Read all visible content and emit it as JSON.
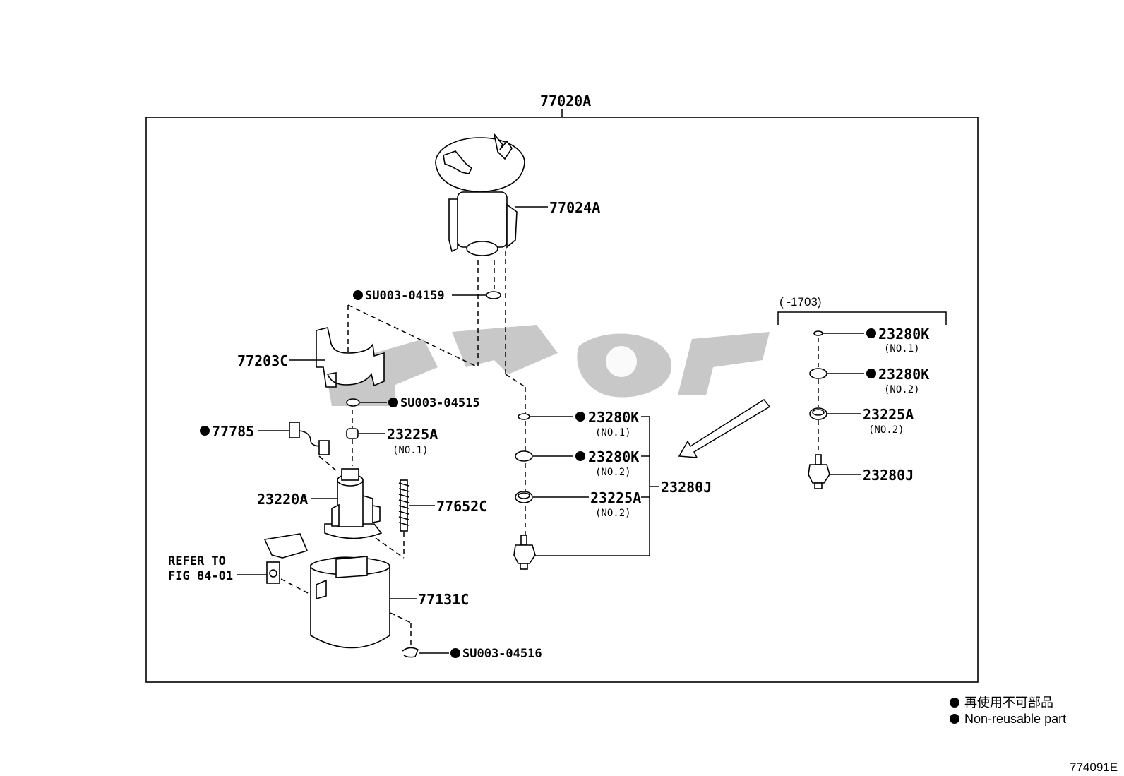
{
  "assembly_label": "77020A",
  "labels": {
    "p77024A": "77024A",
    "su04159": "SU003-04159",
    "p77203C": "77203C",
    "su04515": "SU003-04515",
    "p77785": "77785",
    "p23225A_left": "23225A",
    "no1_left": "(NO.1)",
    "p23220A": "23220A",
    "p77652C": "77652C",
    "refer_line1": "REFER TO",
    "refer_line2": "FIG 84-01",
    "p77131C": "77131C",
    "su04516": "SU003-04516",
    "k_mid_1": "23280K",
    "no1_mid": "(NO.1)",
    "k_mid_2": "23280K",
    "no2_mid_a": "(NO.2)",
    "a_mid": "23225A",
    "no2_mid_b": "(NO.2)",
    "j_mid": "23280J",
    "bracket_range": "(    -1703)",
    "k_right_1": "23280K",
    "no1_right": "(NO.1)",
    "k_right_2": "23280K",
    "no2_right_a": "(NO.2)",
    "a_right": "23225A",
    "no2_right_b": "(NO.2)",
    "j_right": "23280J"
  },
  "legend": {
    "jp": "再使用不可部品",
    "en": "Non-reusable part"
  },
  "figure_number": "774091E"
}
